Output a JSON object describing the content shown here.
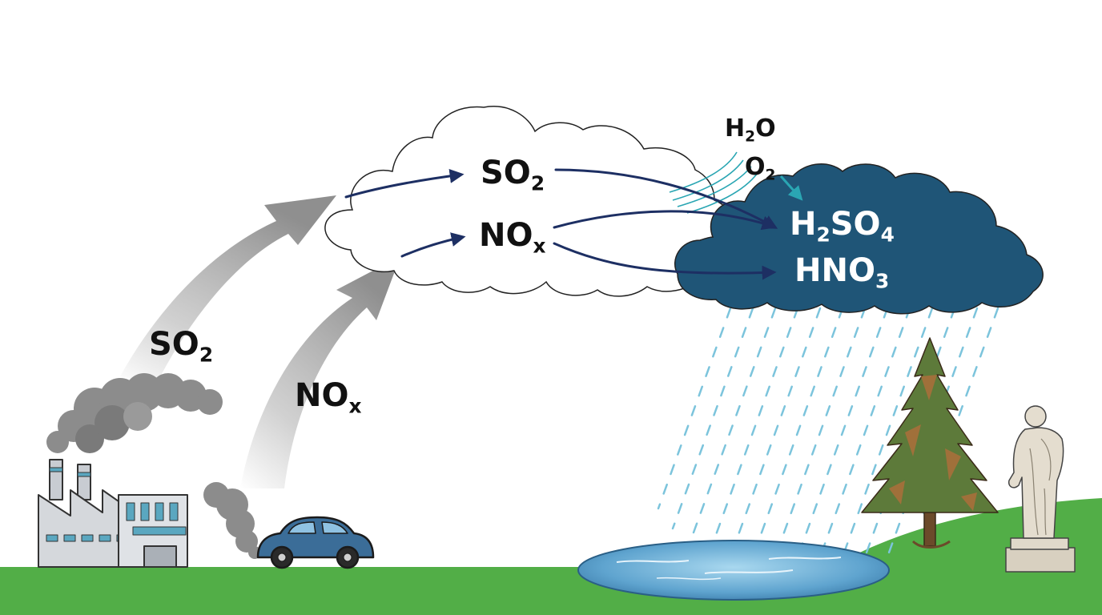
{
  "labels": {
    "so2_rise": {
      "base": "SO",
      "sub": "2"
    },
    "nox_rise": {
      "base": "NO",
      "sub": "x"
    },
    "so2_cloud": {
      "base": "SO",
      "sub": "2"
    },
    "nox_cloud": {
      "base": "NO",
      "sub": "x"
    },
    "h2o": {
      "pre": "H",
      "sub": "2",
      "post": "O"
    },
    "o2": {
      "base": "O",
      "sub": "2"
    },
    "h2so4": {
      "p1": "H",
      "s1": "2",
      "p2": "SO",
      "s2": "4"
    },
    "hno3": {
      "base": "HNO",
      "sub": "3"
    }
  },
  "colors": {
    "ground": "#52ae47",
    "acid_cloud": "#1f5577",
    "arrow_navy": "#1d2f63",
    "arrow_teal": "#2aa6b3",
    "rain": "#7cc4dc",
    "smoke": "#8c8c8c",
    "car": "#3b6d98"
  }
}
